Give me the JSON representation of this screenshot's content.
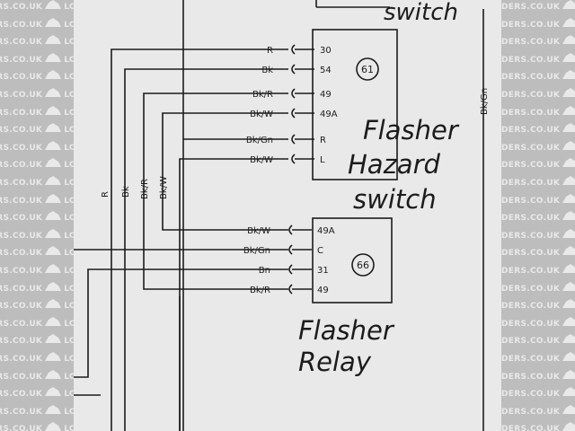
{
  "watermark": {
    "text": "LOCOSTBUILDERS.CO.UK",
    "brand": "LOCOS",
    "domain": "DERS.CO.UK"
  },
  "top_label": "switch",
  "hazard_switch": {
    "number": "61",
    "title_line1": "Flasher",
    "title_line2": "Hazard",
    "title_line3": "switch",
    "pins": [
      {
        "wire": "R",
        "terminal": "30"
      },
      {
        "wire": "Bk",
        "terminal": "54"
      },
      {
        "wire": "Bk/R",
        "terminal": "49"
      },
      {
        "wire": "Bk/W",
        "terminal": "49A"
      },
      {
        "wire": "Bk/Gn",
        "terminal": "R"
      },
      {
        "wire": "Bk/W",
        "terminal": "L"
      }
    ]
  },
  "flasher_relay": {
    "number": "66",
    "title_line1": "Flasher",
    "title_line2": "Relay",
    "pins": [
      {
        "wire": "Bk/W",
        "terminal": "49A"
      },
      {
        "wire": "Bk/Gn",
        "terminal": "C"
      },
      {
        "wire": "Bn",
        "terminal": "31"
      },
      {
        "wire": "Bk/R",
        "terminal": "49"
      }
    ]
  },
  "vertical_wire_labels": [
    "R",
    "Bk",
    "Bk/R",
    "Bk/W"
  ],
  "right_wire_label": "Bk/Gn",
  "colors": {
    "ink": "#1c1c1c",
    "paper": "#e9e9e9",
    "watermark_bg": "#bdbdbd",
    "watermark_text": "#e9e9e9"
  }
}
